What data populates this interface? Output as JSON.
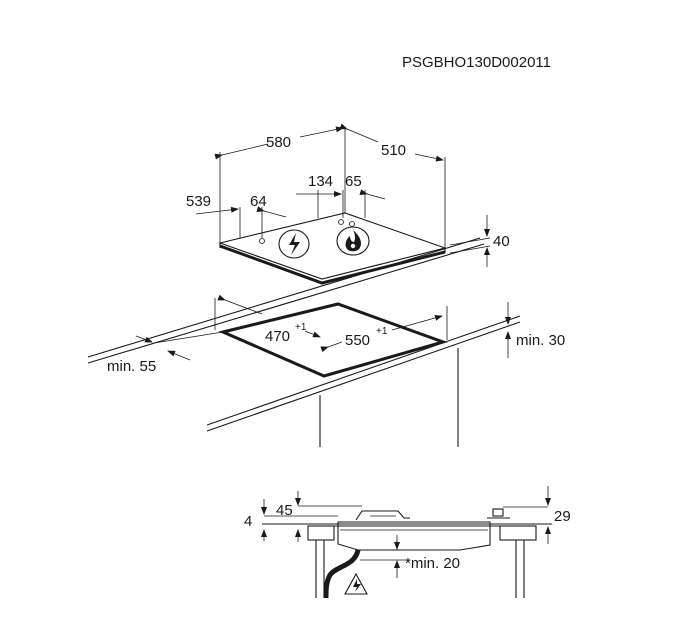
{
  "document_code": "PSGBHO130D002011",
  "dimensions": {
    "width": "580",
    "depth": "510",
    "offset_left": "539",
    "offset_knob": "64",
    "knob_spacing": "134",
    "knob_offset": "65",
    "height": "40",
    "cutout_depth": "470",
    "cutout_depth_tol": "+1",
    "cutout_width": "550",
    "cutout_width_tol": "+1",
    "min_back": "min. 30",
    "min_front": "min. 55",
    "side_45": "45",
    "side_4": "4",
    "side_29": "29",
    "clearance": "*min. 20"
  },
  "icons": [
    "electric-symbol-icon",
    "gas-flame-icon",
    "electrical-hazard-icon"
  ]
}
